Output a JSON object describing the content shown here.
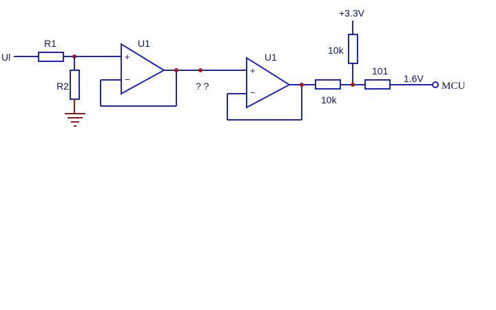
{
  "diagram": {
    "labels": {
      "input": "Ul",
      "r1": "R1",
      "r2": "R2",
      "opamp1": "U1",
      "opamp2": "U1",
      "plus": "+",
      "minus": "−",
      "node_unknown": "? ?",
      "supply": "+3.3V",
      "pullup_res": "10k",
      "series_res": "10k",
      "output_res": "101",
      "output_voltage": "1.6V",
      "mcu": "MCU"
    },
    "colors": {
      "wire": "#1a23c8",
      "ground": "#8b1a1a",
      "junction": "#b01414",
      "text": "#0b1560"
    }
  }
}
